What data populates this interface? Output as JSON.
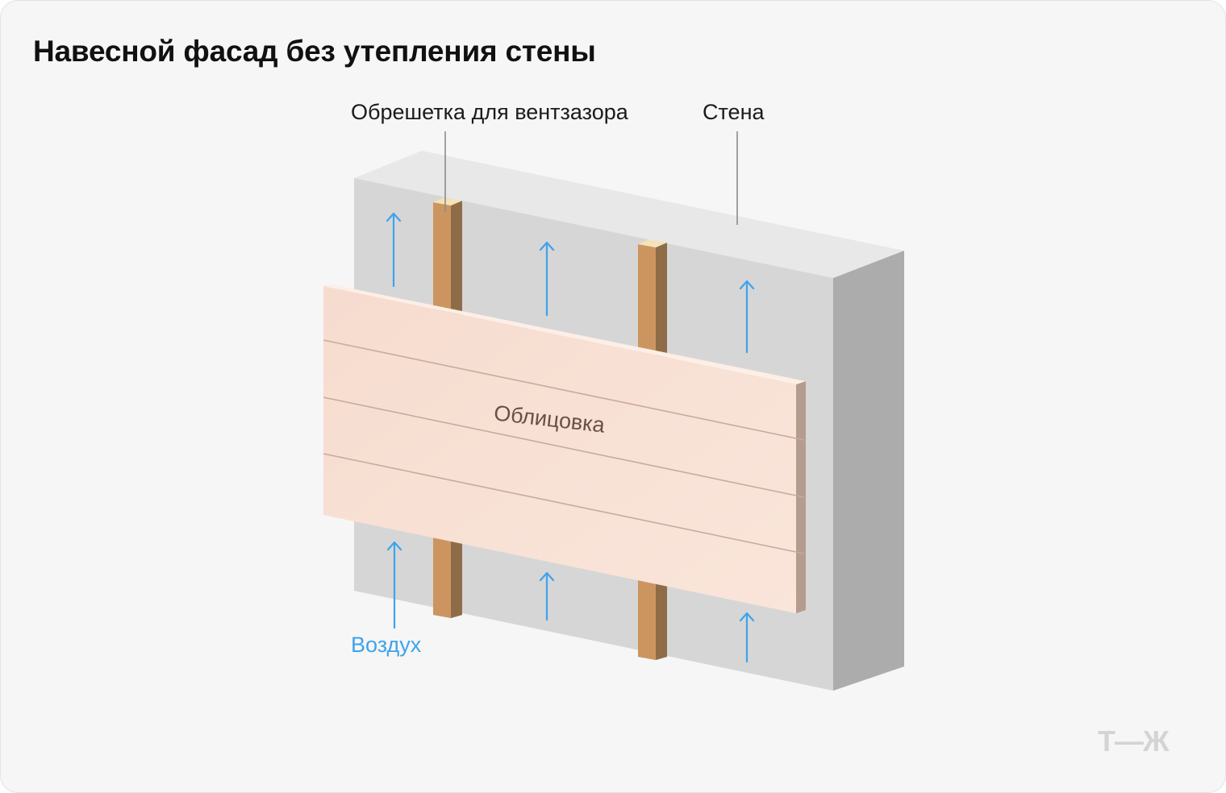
{
  "title": "Навесной фасад без утепления стены",
  "labels": {
    "lath": "Обрешетка для вентзазора",
    "wall": "Стена",
    "cladding": "Облицовка",
    "air": "Воздух"
  },
  "logo": "Т—Ж",
  "colors": {
    "background": "#f6f6f6",
    "wall_front": "#d6d6d6",
    "wall_top": "#e8e8e8",
    "wall_side": "#acacac",
    "lath_front": "#cc9560",
    "lath_side": "#8f6c48",
    "cladding": "#f8dfd3",
    "arrows": "#3ea3ec"
  }
}
